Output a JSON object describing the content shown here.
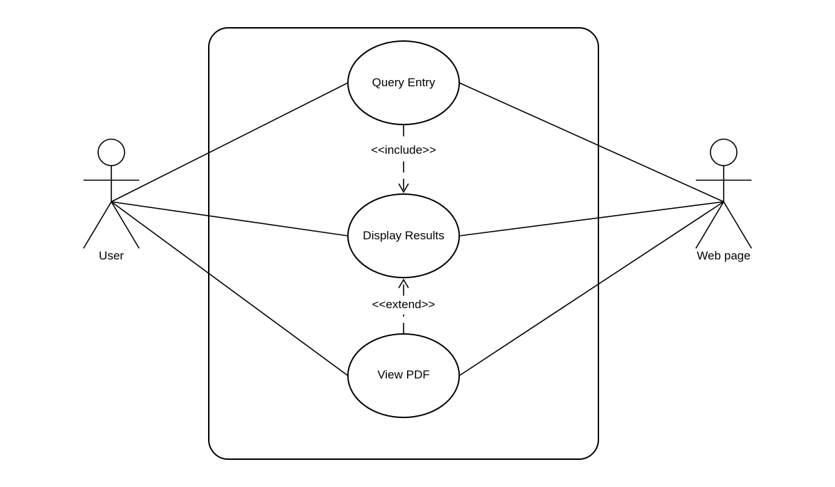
{
  "diagram": {
    "type": "use-case",
    "actors": [
      {
        "id": "user",
        "label": "User"
      },
      {
        "id": "webpage",
        "label": "Web page"
      }
    ],
    "use_cases": [
      {
        "id": "query_entry",
        "label": "Query Entry"
      },
      {
        "id": "display_results",
        "label": "Display Results"
      },
      {
        "id": "view_pdf",
        "label": "View PDF"
      }
    ],
    "associations": [
      {
        "from": "user",
        "to": "query_entry"
      },
      {
        "from": "user",
        "to": "display_results"
      },
      {
        "from": "user",
        "to": "view_pdf"
      },
      {
        "from": "webpage",
        "to": "query_entry"
      },
      {
        "from": "webpage",
        "to": "display_results"
      },
      {
        "from": "webpage",
        "to": "view_pdf"
      }
    ],
    "dependencies": [
      {
        "from": "query_entry",
        "to": "display_results",
        "label": "<<include>>"
      },
      {
        "from": "view_pdf",
        "to": "display_results",
        "label": "<<extend>>"
      }
    ],
    "colors": {
      "line": "#000000",
      "background": "#ffffff"
    }
  }
}
